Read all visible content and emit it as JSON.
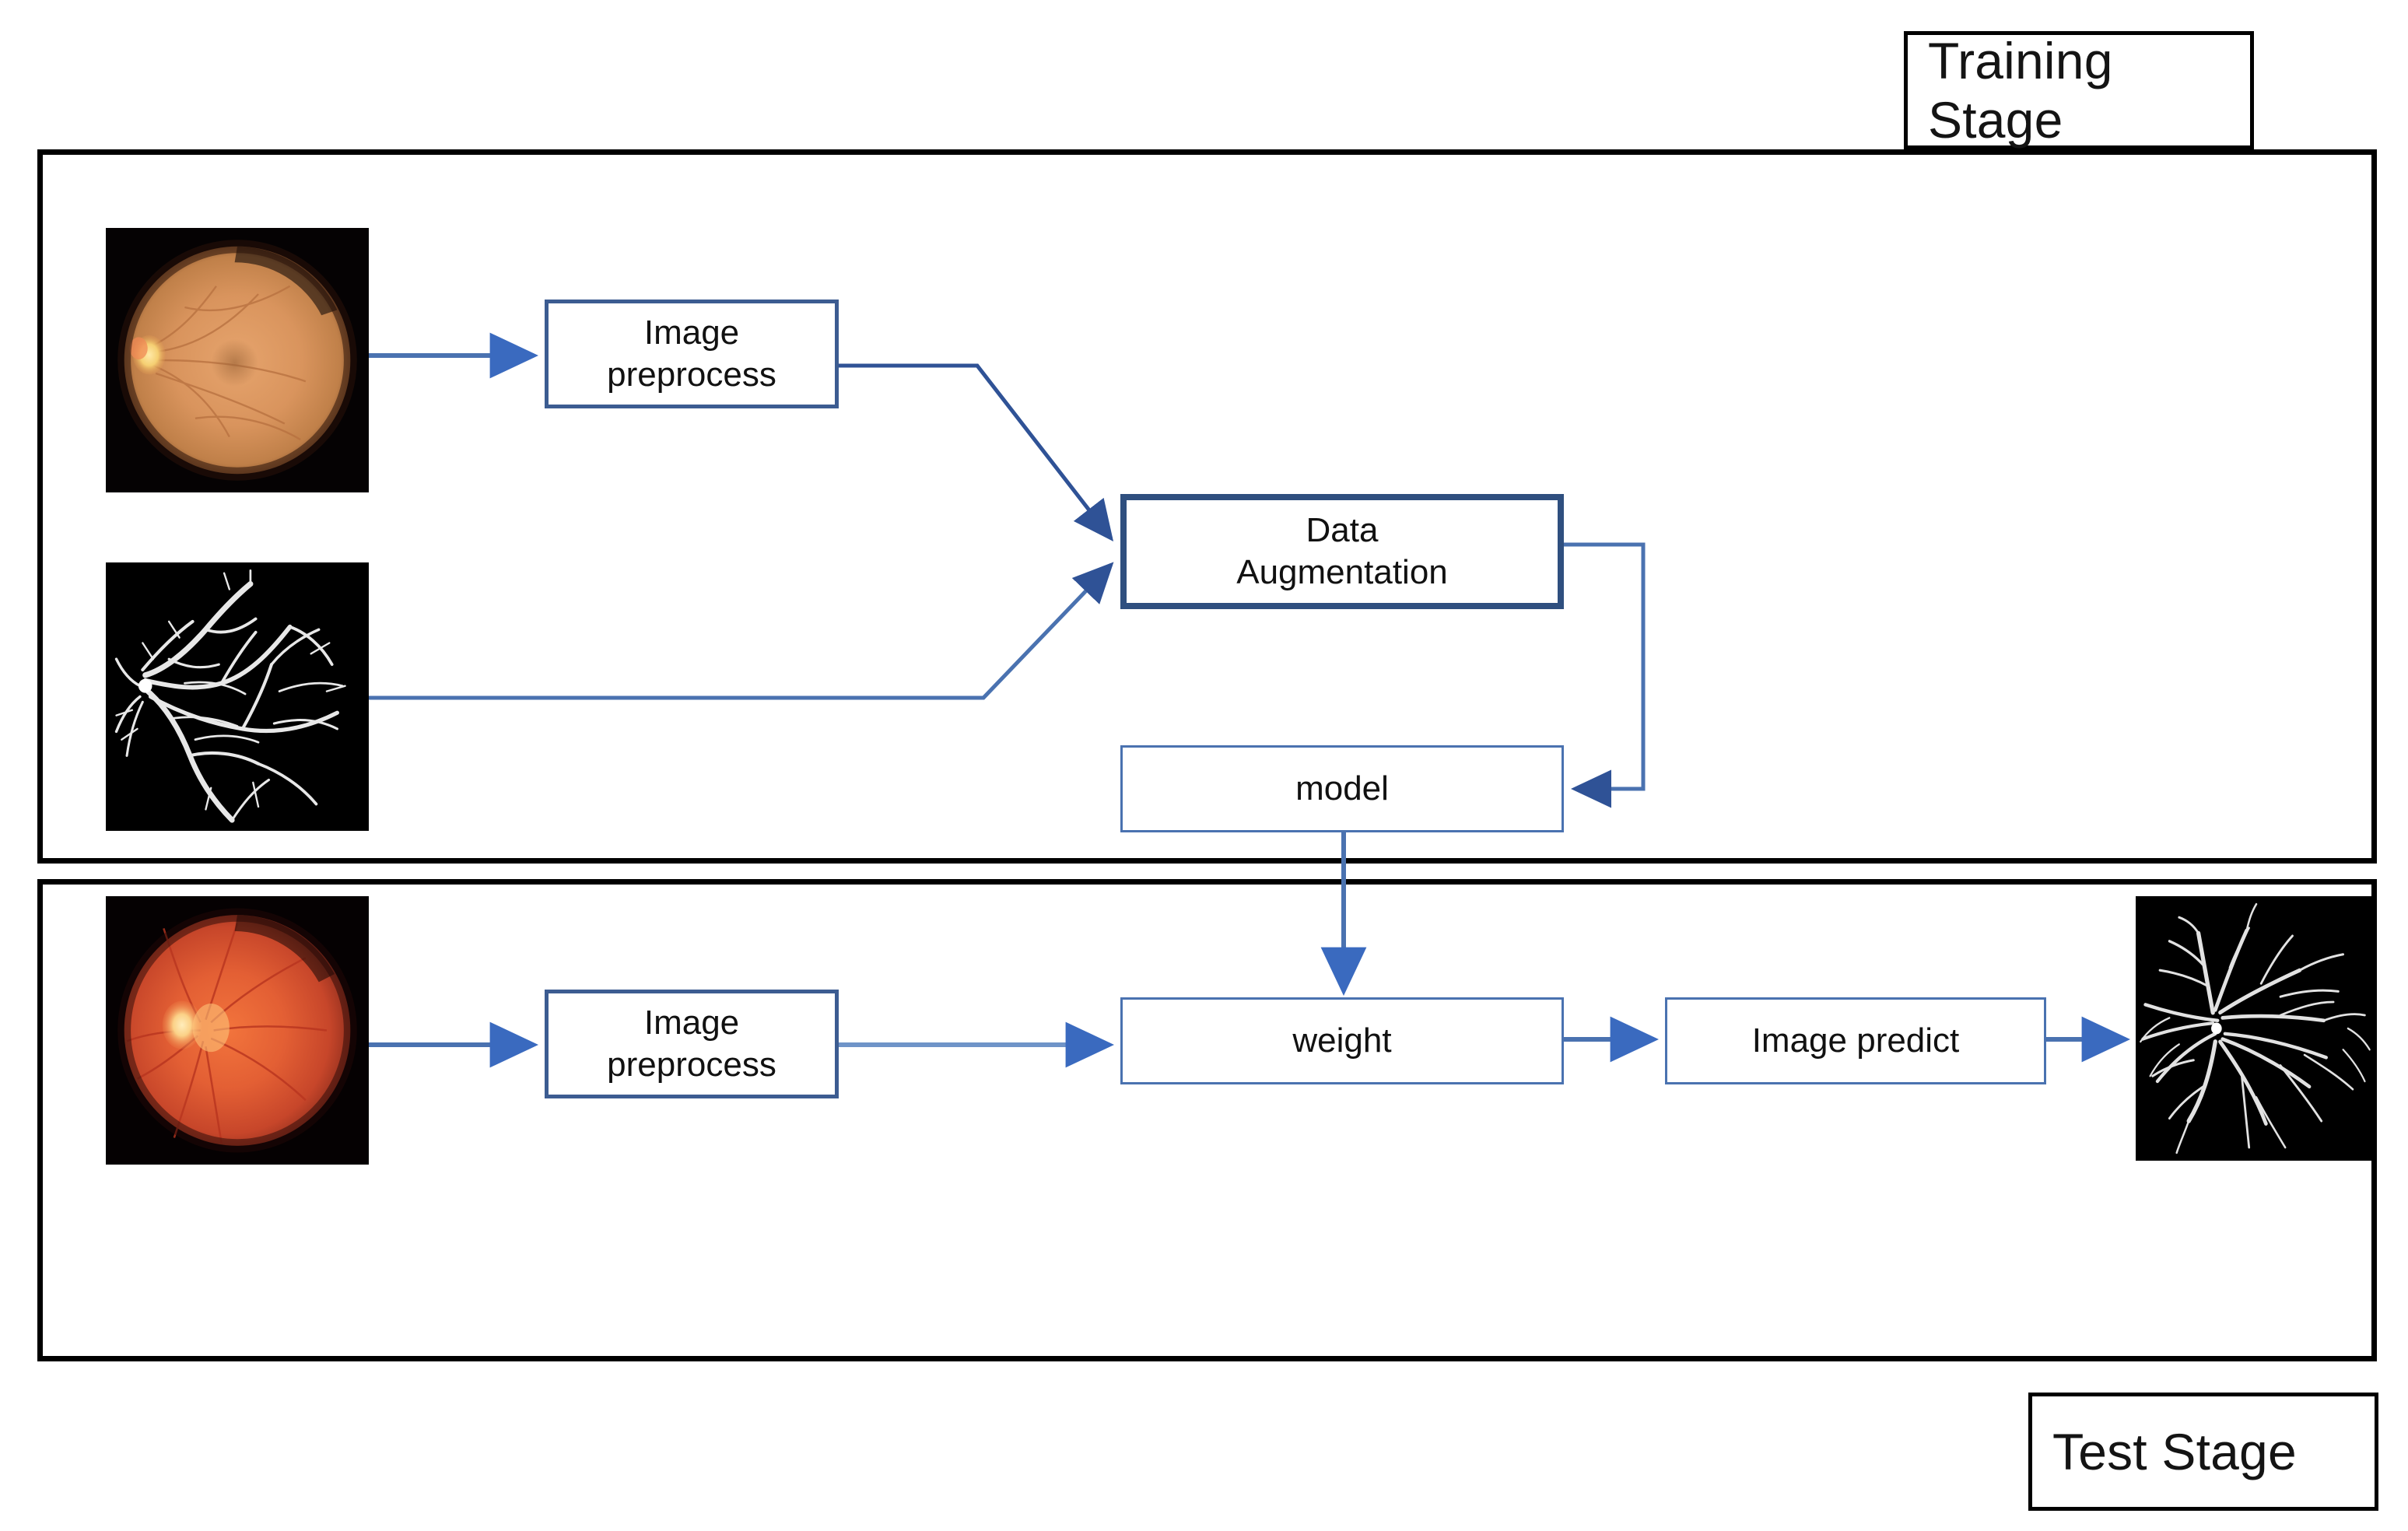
{
  "diagram": {
    "title_top_right": "Training Stage",
    "title_bottom_right": "Test Stage",
    "accent_blue": "#4a72b0",
    "accent_blue_dark": "#2f4f7f",
    "arrow_fill": "#3a6abf",
    "panel_border": "#000000"
  },
  "training": {
    "preprocess_line1": "Image",
    "preprocess_line2": "preprocess",
    "augmentation_line1": "Data",
    "augmentation_line2": "Augmentation",
    "model_label": "model",
    "input_image_label": "retinal-fundus-photograph",
    "ground_truth_label": "vessel-ground-truth-mask"
  },
  "test": {
    "preprocess_line1": "Image",
    "preprocess_line2": "preprocess",
    "weight_label": "weight",
    "predict_label": "Image predict",
    "input_image_label": "retinal-fundus-photograph",
    "output_image_label": "predicted-vessel-map"
  }
}
